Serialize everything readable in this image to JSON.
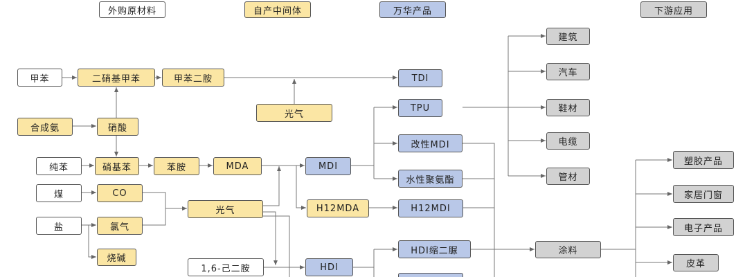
{
  "legend": {
    "external": "外购原材料",
    "internal": "自产中间体",
    "wanhua": "万华产品",
    "downstream": "下游应用"
  },
  "nodes": {
    "toluene": "甲苯",
    "dinitrotoluene": "二硝基甲苯",
    "toluenediamine": "甲苯二胺",
    "tdi": "TDI",
    "phosgene_top": "光气",
    "tpu": "TPU",
    "synthetic_ammonia": "合成氨",
    "nitric_acid": "硝酸",
    "modified_mdi": "改性MDI",
    "benzene": "纯苯",
    "nitrobenzene": "硝基苯",
    "aniline": "苯胺",
    "mda": "MDA",
    "mdi": "MDI",
    "waterborne_pu": "水性聚氨酯",
    "coal": "煤",
    "co": "CO",
    "phosgene_mid": "光气",
    "h12mda": "H12MDA",
    "h12mdi": "H12MDI",
    "salt": "盐",
    "chlorine": "氯气",
    "caustic_soda": "烧碱",
    "hdi_biuret": "HDI缩二脲",
    "hexanediamine": "1,6-己二胺",
    "hdi": "HDI",
    "construction": "建筑",
    "automotive": "汽车",
    "footwear": "鞋材",
    "cable": "电缆",
    "pipe": "管材",
    "coating": "涂料",
    "plastic_products": "塑胶产品",
    "home_furnishing": "家居门窗",
    "electronics": "电子产品",
    "leather": "皮革"
  }
}
